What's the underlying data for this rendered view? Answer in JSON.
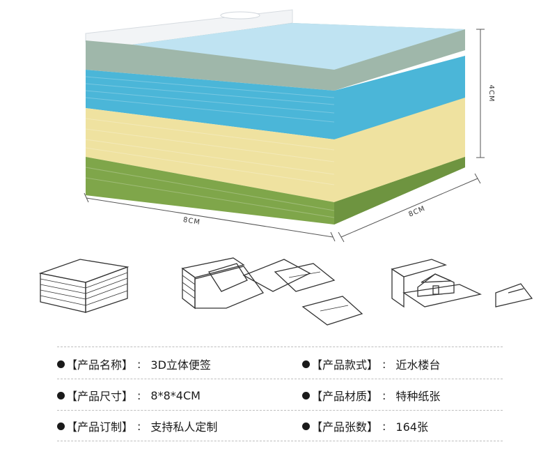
{
  "dimensions": {
    "height_label": "4CM",
    "front_label": "8CM",
    "side_label": "8CM"
  },
  "icons": [
    "note-cube-sketch-icon",
    "tearing-notes-sketch-icon",
    "house-cutout-sketch-icon"
  ],
  "specs": [
    {
      "label": "【产品名称】",
      "sep": ":",
      "value": "3D立体便签"
    },
    {
      "label": "【产品款式】",
      "sep": ":",
      "value": "近水楼台"
    },
    {
      "label": "【产品尺寸】",
      "sep": ":",
      "value": "8*8*4CM"
    },
    {
      "label": "【产品材质】",
      "sep": ":",
      "value": "特种纸张"
    },
    {
      "label": "【产品订制】",
      "sep": ":",
      "value": "支持私人定制"
    },
    {
      "label": "【产品张数】",
      "sep": ":",
      "value": "164张"
    }
  ],
  "colors": {
    "green": "#7fa64a",
    "yellow": "#efe2a0",
    "blue": "#4bb6d8",
    "sage": "#9fb7aa",
    "light_blue": "#bfe3f2"
  }
}
